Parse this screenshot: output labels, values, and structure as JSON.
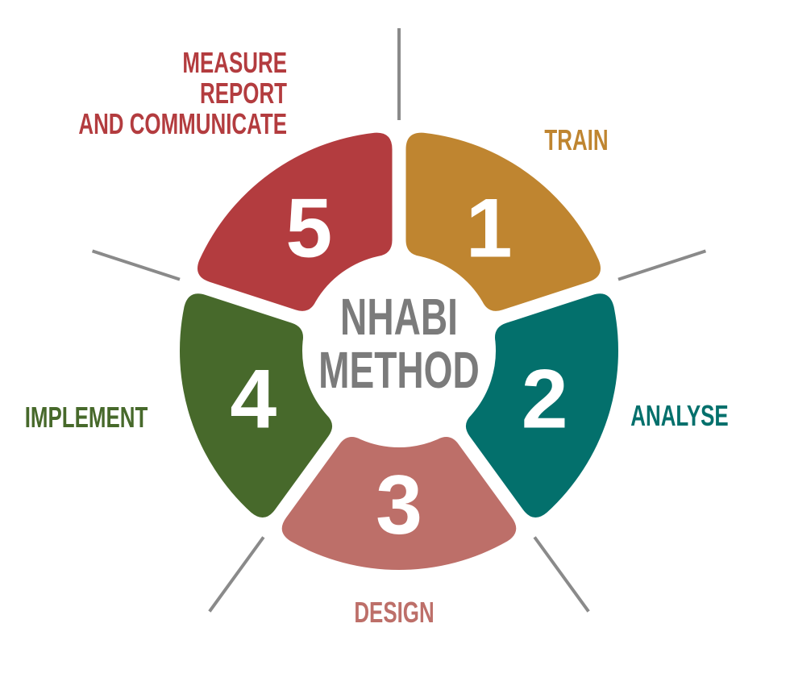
{
  "center": {
    "line1": "NHABI",
    "line2": "METHOD"
  },
  "steps": [
    {
      "number": "1",
      "label_lines": [
        "TRAIN"
      ],
      "color": "#bf8530"
    },
    {
      "number": "2",
      "label_lines": [
        "ANALYSE"
      ],
      "color": "#03706c"
    },
    {
      "number": "3",
      "label_lines": [
        "DESIGN"
      ],
      "color": "#bd6f69"
    },
    {
      "number": "4",
      "label_lines": [
        "IMPLEMENT"
      ],
      "color": "#47692b"
    },
    {
      "number": "5",
      "label_lines": [
        "MEASURE",
        "REPORT",
        "AND COMMUNICATE"
      ],
      "color": "#b33c3f"
    }
  ],
  "colors": {
    "divider": "#8a8a8a",
    "center_text": "#7b7b7b"
  }
}
